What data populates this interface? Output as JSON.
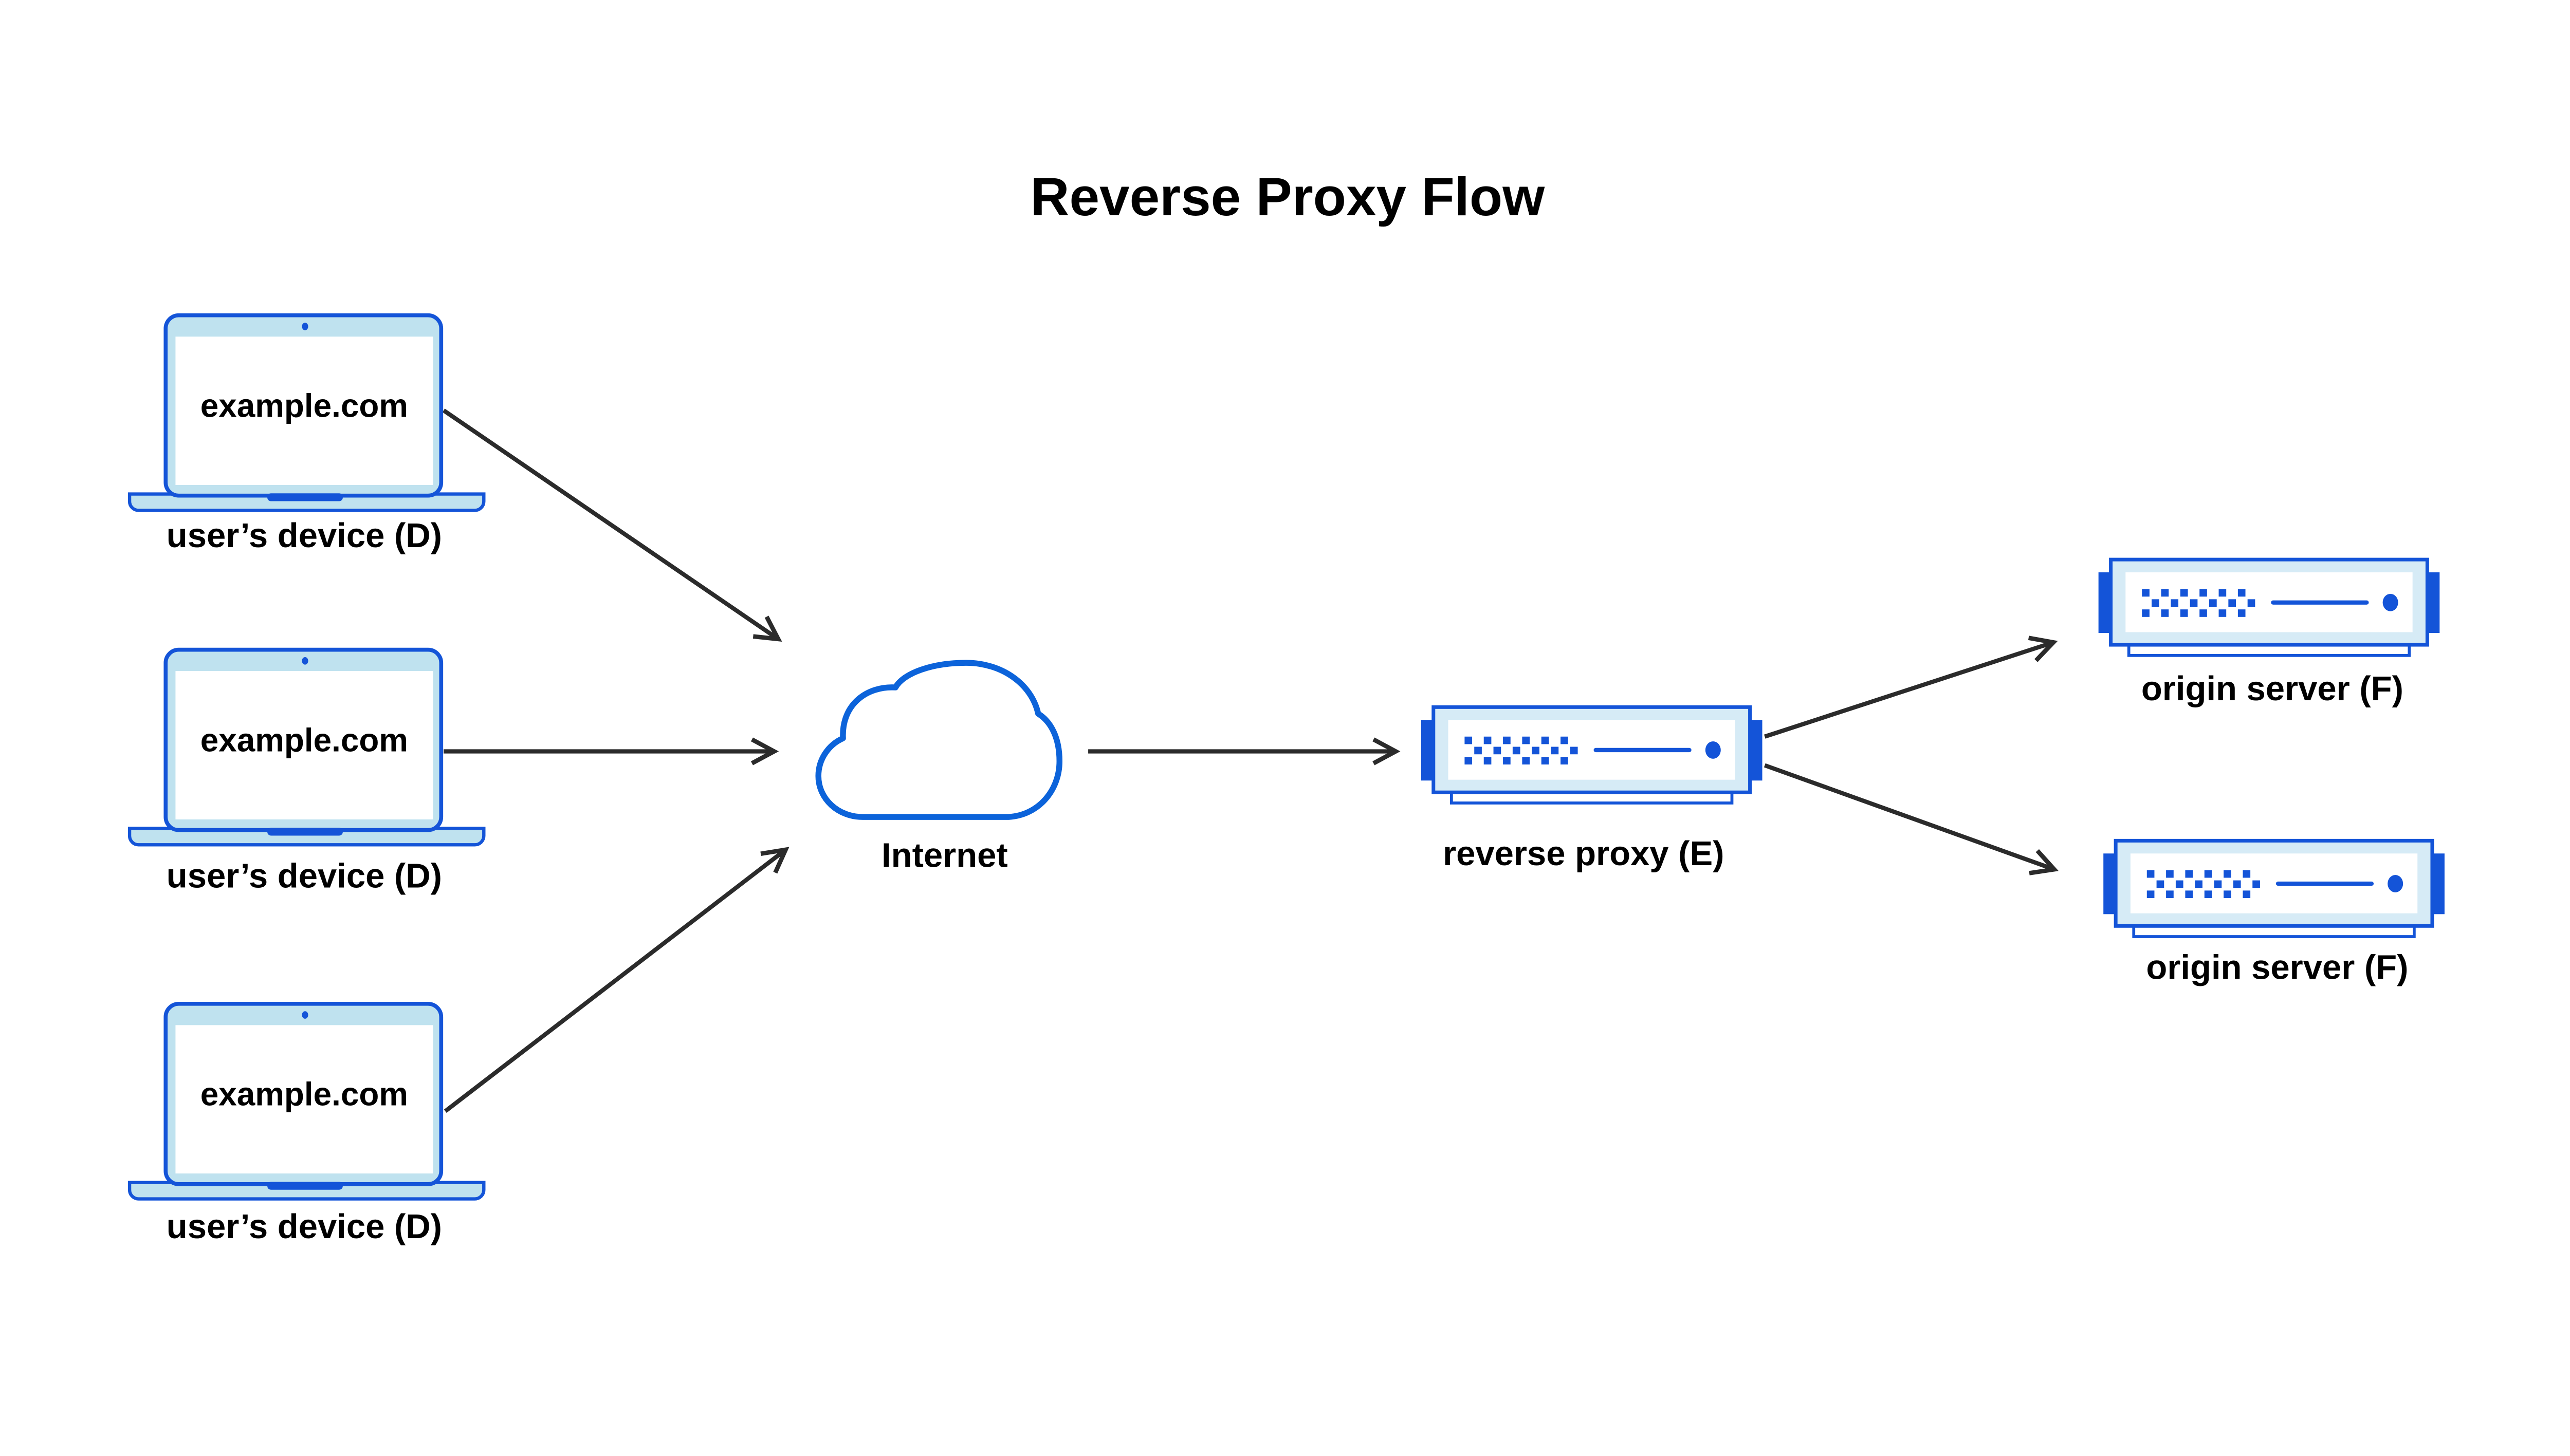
{
  "title": "Reverse Proxy Flow",
  "colors": {
    "stroke_blue": "#1454d8",
    "cloud_blue": "#0c63da",
    "light_blue": "#bfe2ef",
    "lighter_blue": "#d6ebf6",
    "arrow": "#2b2b2b",
    "text": "#000000",
    "background": "#ffffff"
  },
  "nodes": {
    "devices": [
      {
        "screen_text": "example.com",
        "label": "user’s device (D)"
      },
      {
        "screen_text": "example.com",
        "label": "user’s device (D)"
      },
      {
        "screen_text": "example.com",
        "label": "user’s device (D)"
      }
    ],
    "internet": {
      "label": "Internet"
    },
    "reverse_proxy": {
      "label": "reverse proxy (E)"
    },
    "origin_servers": [
      {
        "label": "origin server (F)"
      },
      {
        "label": "origin server (F)"
      }
    ]
  },
  "edges": [
    {
      "from": "user-device-1",
      "to": "internet"
    },
    {
      "from": "user-device-2",
      "to": "internet"
    },
    {
      "from": "user-device-3",
      "to": "internet"
    },
    {
      "from": "internet",
      "to": "reverse-proxy"
    },
    {
      "from": "reverse-proxy",
      "to": "origin-server-1"
    },
    {
      "from": "reverse-proxy",
      "to": "origin-server-2"
    }
  ]
}
